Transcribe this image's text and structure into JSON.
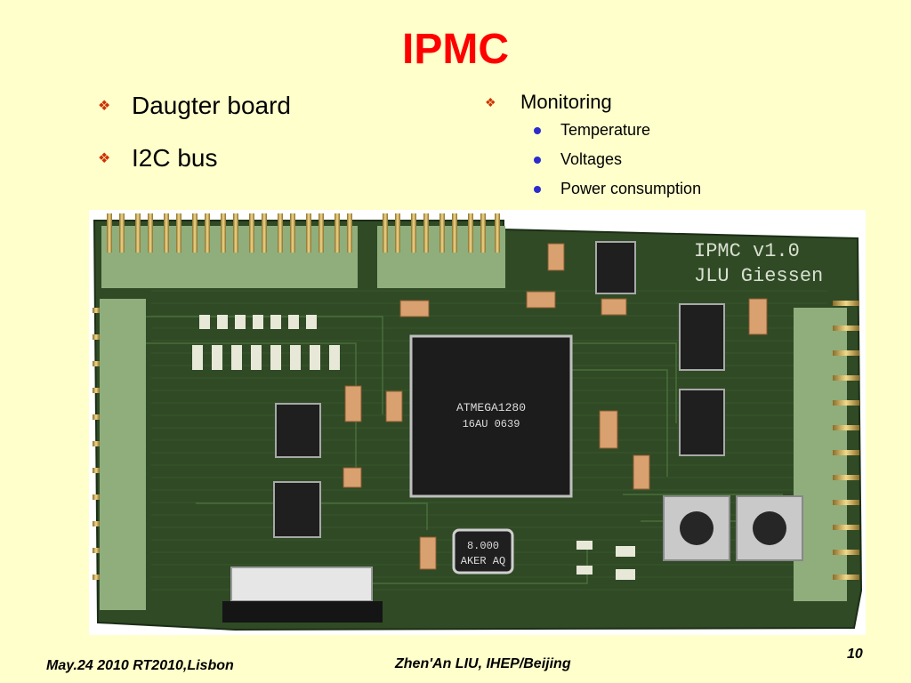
{
  "slide": {
    "title": "IPMC",
    "left_bullets": [
      "Daugter board",
      "I2C bus"
    ],
    "right_bullets": {
      "heading": "Monitoring",
      "items": [
        "Temperature",
        "Voltages",
        "Power consumption"
      ]
    },
    "board_photo": {
      "silkscreen_line1": "IPMC v1.0",
      "silkscreen_line2": "JLU Giessen",
      "chip_label_line1": "ATMEGA1280",
      "chip_label_line2": "16AU 0639",
      "crystal_line1": "8.000",
      "crystal_line2": "AKER AQ"
    },
    "footer_left": "May.24 2010 RT2010,Lisbon",
    "footer_center": "Zhen'An LIU, IHEP/Beijing",
    "page_number": "10"
  },
  "colors": {
    "background": "#ffffcc",
    "title": "#ff0000",
    "bullet_marker": "#cc3300",
    "sub_bullet": "#2c2ccc",
    "pcb_green": "#2f4a25"
  }
}
